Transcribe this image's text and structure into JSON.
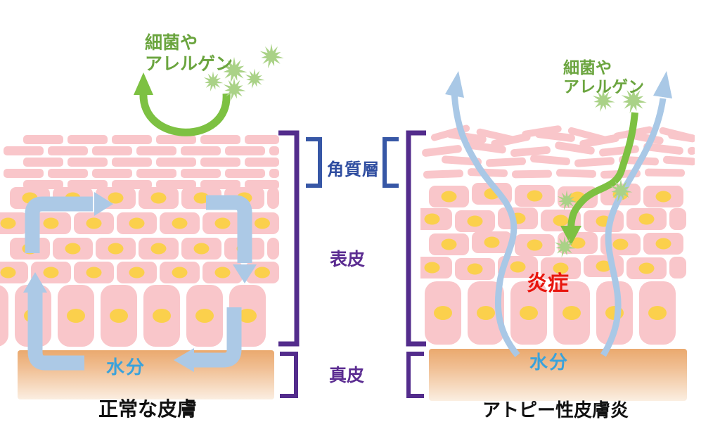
{
  "left_panel": {
    "allergen_lines": [
      "細菌や",
      "アレルゲン"
    ],
    "moisture_label": "水分",
    "caption": "正常な皮膚"
  },
  "right_panel": {
    "allergen_lines": [
      "細菌や",
      "アレルゲン"
    ],
    "inflammation_label": "炎症",
    "moisture_label": "水分",
    "caption": "アトピー性皮膚炎"
  },
  "layer_labels": {
    "stratum_corneum": "角質層",
    "epidermis": "表皮",
    "dermis": "真皮"
  },
  "colors": {
    "cell_pink": "#F9C6CA",
    "nucleus_yellow": "#FBD04C",
    "moisture_arrow_blue": "#ACC9E6",
    "escape_arrow_blue": "#A9C8E6",
    "allergen_green": "#7DC142",
    "allergen_burst_green": "#AAD287",
    "allergen_text_green": "#6BA53F",
    "moisture_text_blue": "#3AA2DB",
    "inflammation_red": "#E8150D",
    "layer_text_purple": "#5B2C91",
    "bracket_purple": "#532C8C",
    "corneum_text_blue": "#2F4DA0",
    "bracket_blue": "#3757A6",
    "dermis_top": "#EAA96E",
    "dermis_mid": "#F0BE92",
    "dermis_bottom": "#FBEEE1",
    "caption_black": "#111111"
  }
}
